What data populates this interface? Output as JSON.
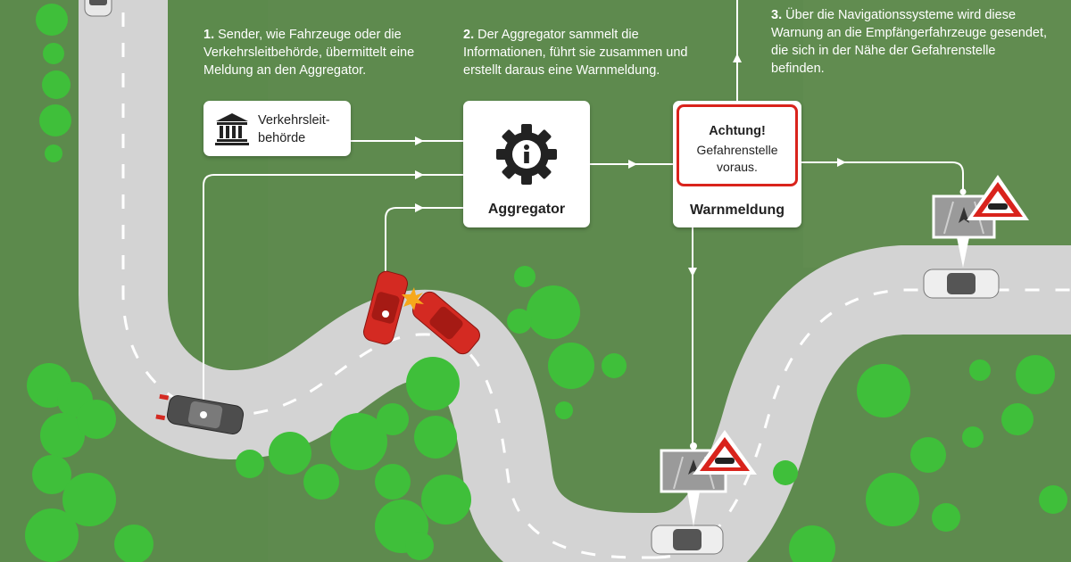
{
  "steps": [
    {
      "number": "1.",
      "text": "Sender, wie Fahrzeuge oder die Verkehrsleitbehörde, übermittelt eine Meldung an den Aggregator."
    },
    {
      "number": "2.",
      "text": "Der Aggregator sammelt die Informationen, führt sie zusammen und erstellt daraus eine Warnmeldung."
    },
    {
      "number": "3.",
      "text": "Über die Navigationssysteme wird diese Warnung an die Empfängerfahrzeuge gesendet, die sich in der Nähe der Gefahrenstelle befinden."
    }
  ],
  "authority": {
    "label": "Verkehrsleit-\nbehörde",
    "icon": "bank-building-icon"
  },
  "aggregator": {
    "label": "Aggregator",
    "icon": "gear-info-icon"
  },
  "warning": {
    "title": "Achtung!",
    "message": "Gefahrenstelle voraus.",
    "label": "Warnmeldung"
  },
  "colors": {
    "grass": "#5e8a4e",
    "road": "#d3d3d3",
    "trees": "#3fbf3a",
    "alert_red": "#d9231c",
    "crash_cars": "#d42a22"
  }
}
